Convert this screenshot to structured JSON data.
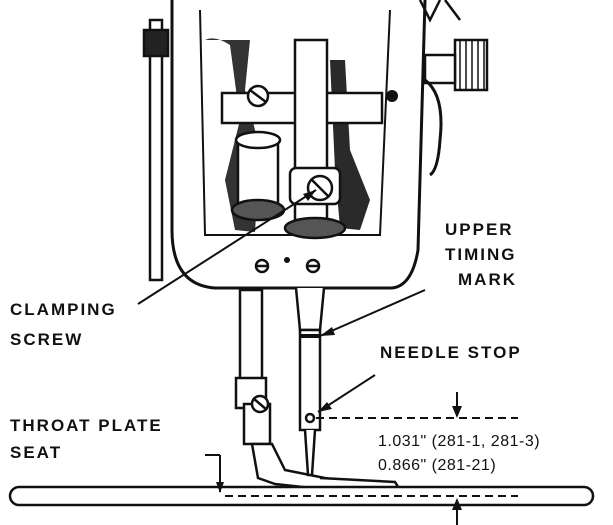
{
  "labels": {
    "clamping_line1": "CLAMPING",
    "clamping_line2": "SCREW",
    "upper_line1": "UPPER",
    "upper_line2": "TIMING",
    "upper_line3": "MARK",
    "needle_stop": "NEEDLE STOP",
    "throat_line1": "THROAT PLATE",
    "throat_line2": "SEAT"
  },
  "dimensions": {
    "line1": "1.031\" (281-1, 281-3)",
    "line2": "0.866\" (281-21)"
  },
  "colors": {
    "ink": "#111111",
    "paper": "#ffffff",
    "shade": "#555555"
  }
}
